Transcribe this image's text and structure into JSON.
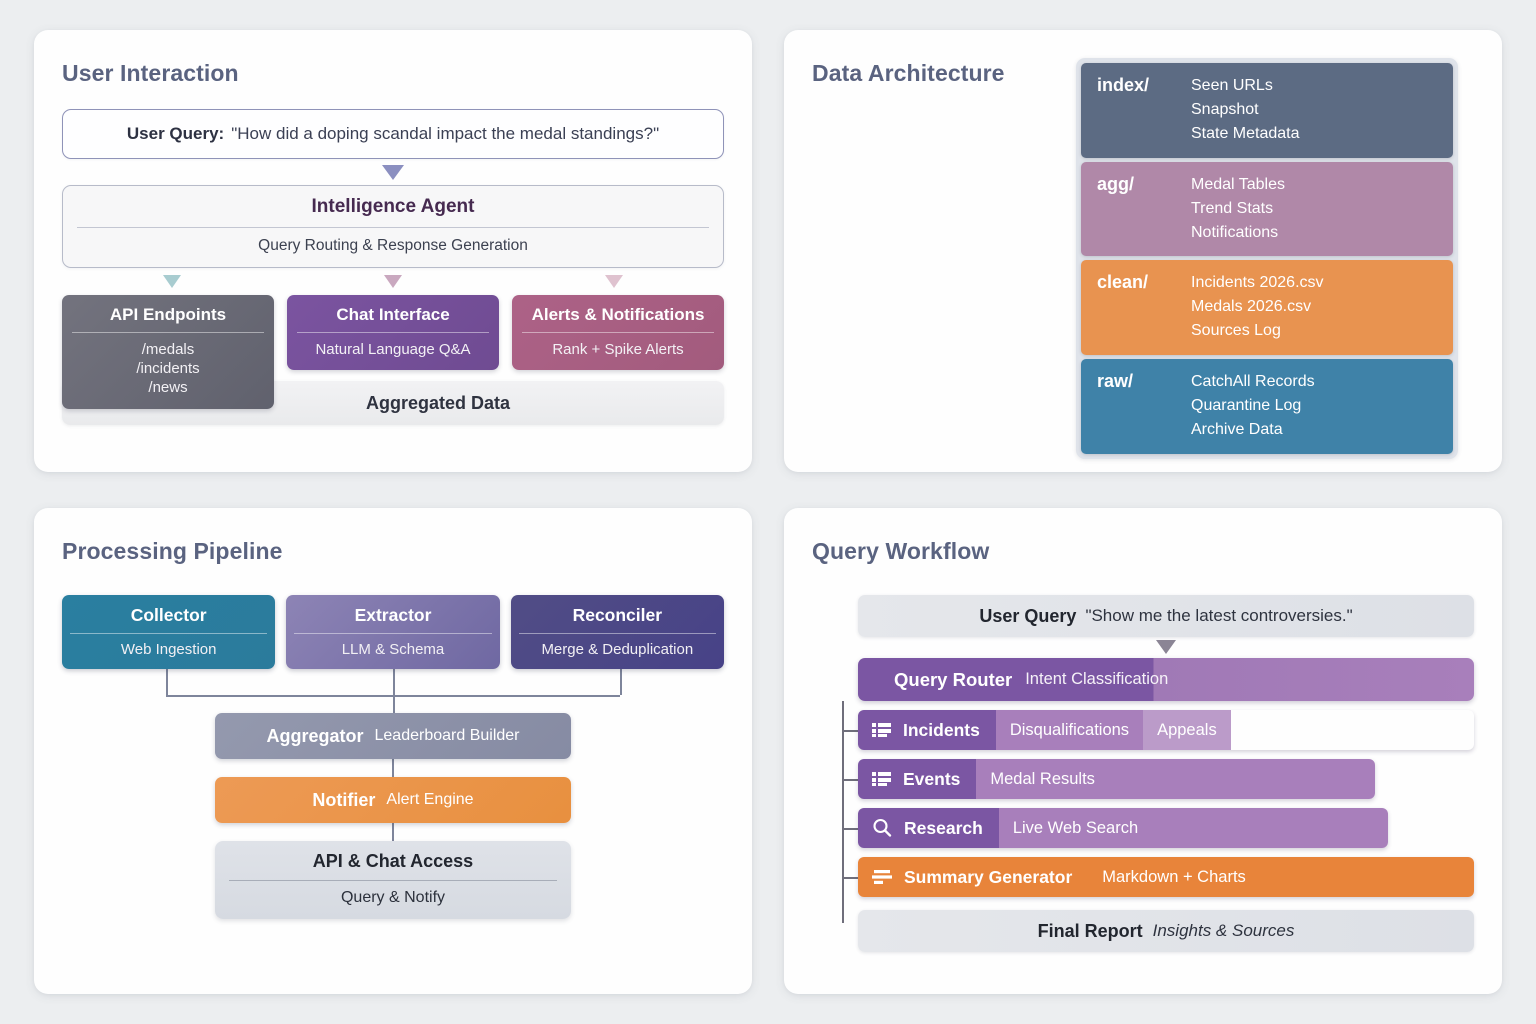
{
  "panels": {
    "user_interaction": {
      "title": "User Interaction",
      "query": {
        "label": "User Query:",
        "text": "\"How did a doping scandal impact the medal standings?\""
      },
      "agent": {
        "title": "Intelligence Agent",
        "subtitle": "Query Routing & Response Generation"
      },
      "leaves": [
        {
          "title": "API Endpoints",
          "lines": [
            "/medals",
            "/incidents",
            "/news"
          ],
          "color": "#60616d"
        },
        {
          "title": "Chat Interface",
          "lines": [
            "Natural Language Q&A"
          ],
          "color": "#6f4b92"
        },
        {
          "title": "Alerts & Notifications",
          "lines": [
            "Rank + Spike Alerts"
          ],
          "color": "#a25b7d"
        }
      ],
      "aggregated_label": "Aggregated Data"
    },
    "data_architecture": {
      "title": "Data Architecture",
      "tiers": [
        {
          "key": "index/",
          "items": [
            "Seen URLs",
            "Snapshot",
            "State Metadata"
          ],
          "color": "#5c6b83"
        },
        {
          "key": "agg/",
          "items": [
            "Medal Tables",
            "Trend Stats",
            "Notifications"
          ],
          "color": "#b088a8"
        },
        {
          "key": "clean/",
          "items": [
            "Incidents 2026.csv",
            "Medals 2026.csv",
            "Sources Log"
          ],
          "color": "#e89350"
        },
        {
          "key": "raw/",
          "items": [
            "CatchAll Records",
            "Quarantine Log",
            "Archive Data"
          ],
          "color": "#3f82a8"
        }
      ]
    },
    "processing_pipeline": {
      "title": "Processing Pipeline",
      "stages": [
        {
          "title": "Collector",
          "subtitle": "Web Ingestion",
          "color": "#2b7b9c"
        },
        {
          "title": "Extractor",
          "subtitle": "LLM & Schema",
          "color": "#6f68a2"
        },
        {
          "title": "Reconciler",
          "subtitle": "Merge & Deduplication",
          "color": "#474287"
        }
      ],
      "aggregator": {
        "title": "Aggregator",
        "subtitle": "Leaderboard Builder",
        "color": "#868ba3"
      },
      "notifier": {
        "title": "Notifier",
        "subtitle": "Alert Engine",
        "color": "#e8903f"
      },
      "access": {
        "title": "API & Chat Access",
        "subtitle": "Query & Notify",
        "color": "#d6dae1"
      }
    },
    "query_workflow": {
      "title": "Query Workflow",
      "query": {
        "label": "User Query",
        "text": "\"Show me the latest controversies.\""
      },
      "router": {
        "title": "Query Router",
        "subtitle": "Intent Classification",
        "color": "#7b56a3"
      },
      "items": [
        {
          "icon": "list-icon",
          "title": "Incidents",
          "segments": [
            "Disqualifications",
            "Appeals"
          ],
          "color": "#7b56a3"
        },
        {
          "icon": "list-icon",
          "title": "Events",
          "segments": [
            "Medal Results"
          ],
          "color": "#7b56a3"
        },
        {
          "icon": "search-icon",
          "title": "Research",
          "segments": [
            "Live Web Search"
          ],
          "color": "#7b56a3"
        },
        {
          "icon": "lines-icon",
          "title": "Summary Generator",
          "segments": [
            "Markdown + Charts"
          ],
          "color": "#e8843a"
        }
      ],
      "final": {
        "title": "Final Report",
        "subtitle": "Insights & Sources"
      }
    }
  },
  "theme": {
    "background": "#eceef0",
    "panel_bg": "#fefefe",
    "title_color": "#5a6380",
    "arrow_main": "#8b8fc0",
    "arrow_teal": "#a8ccd0",
    "arrow_mauve": "#c9a8bf",
    "arrow_pink": "#dfc2cf",
    "connector": "#7e859b"
  }
}
